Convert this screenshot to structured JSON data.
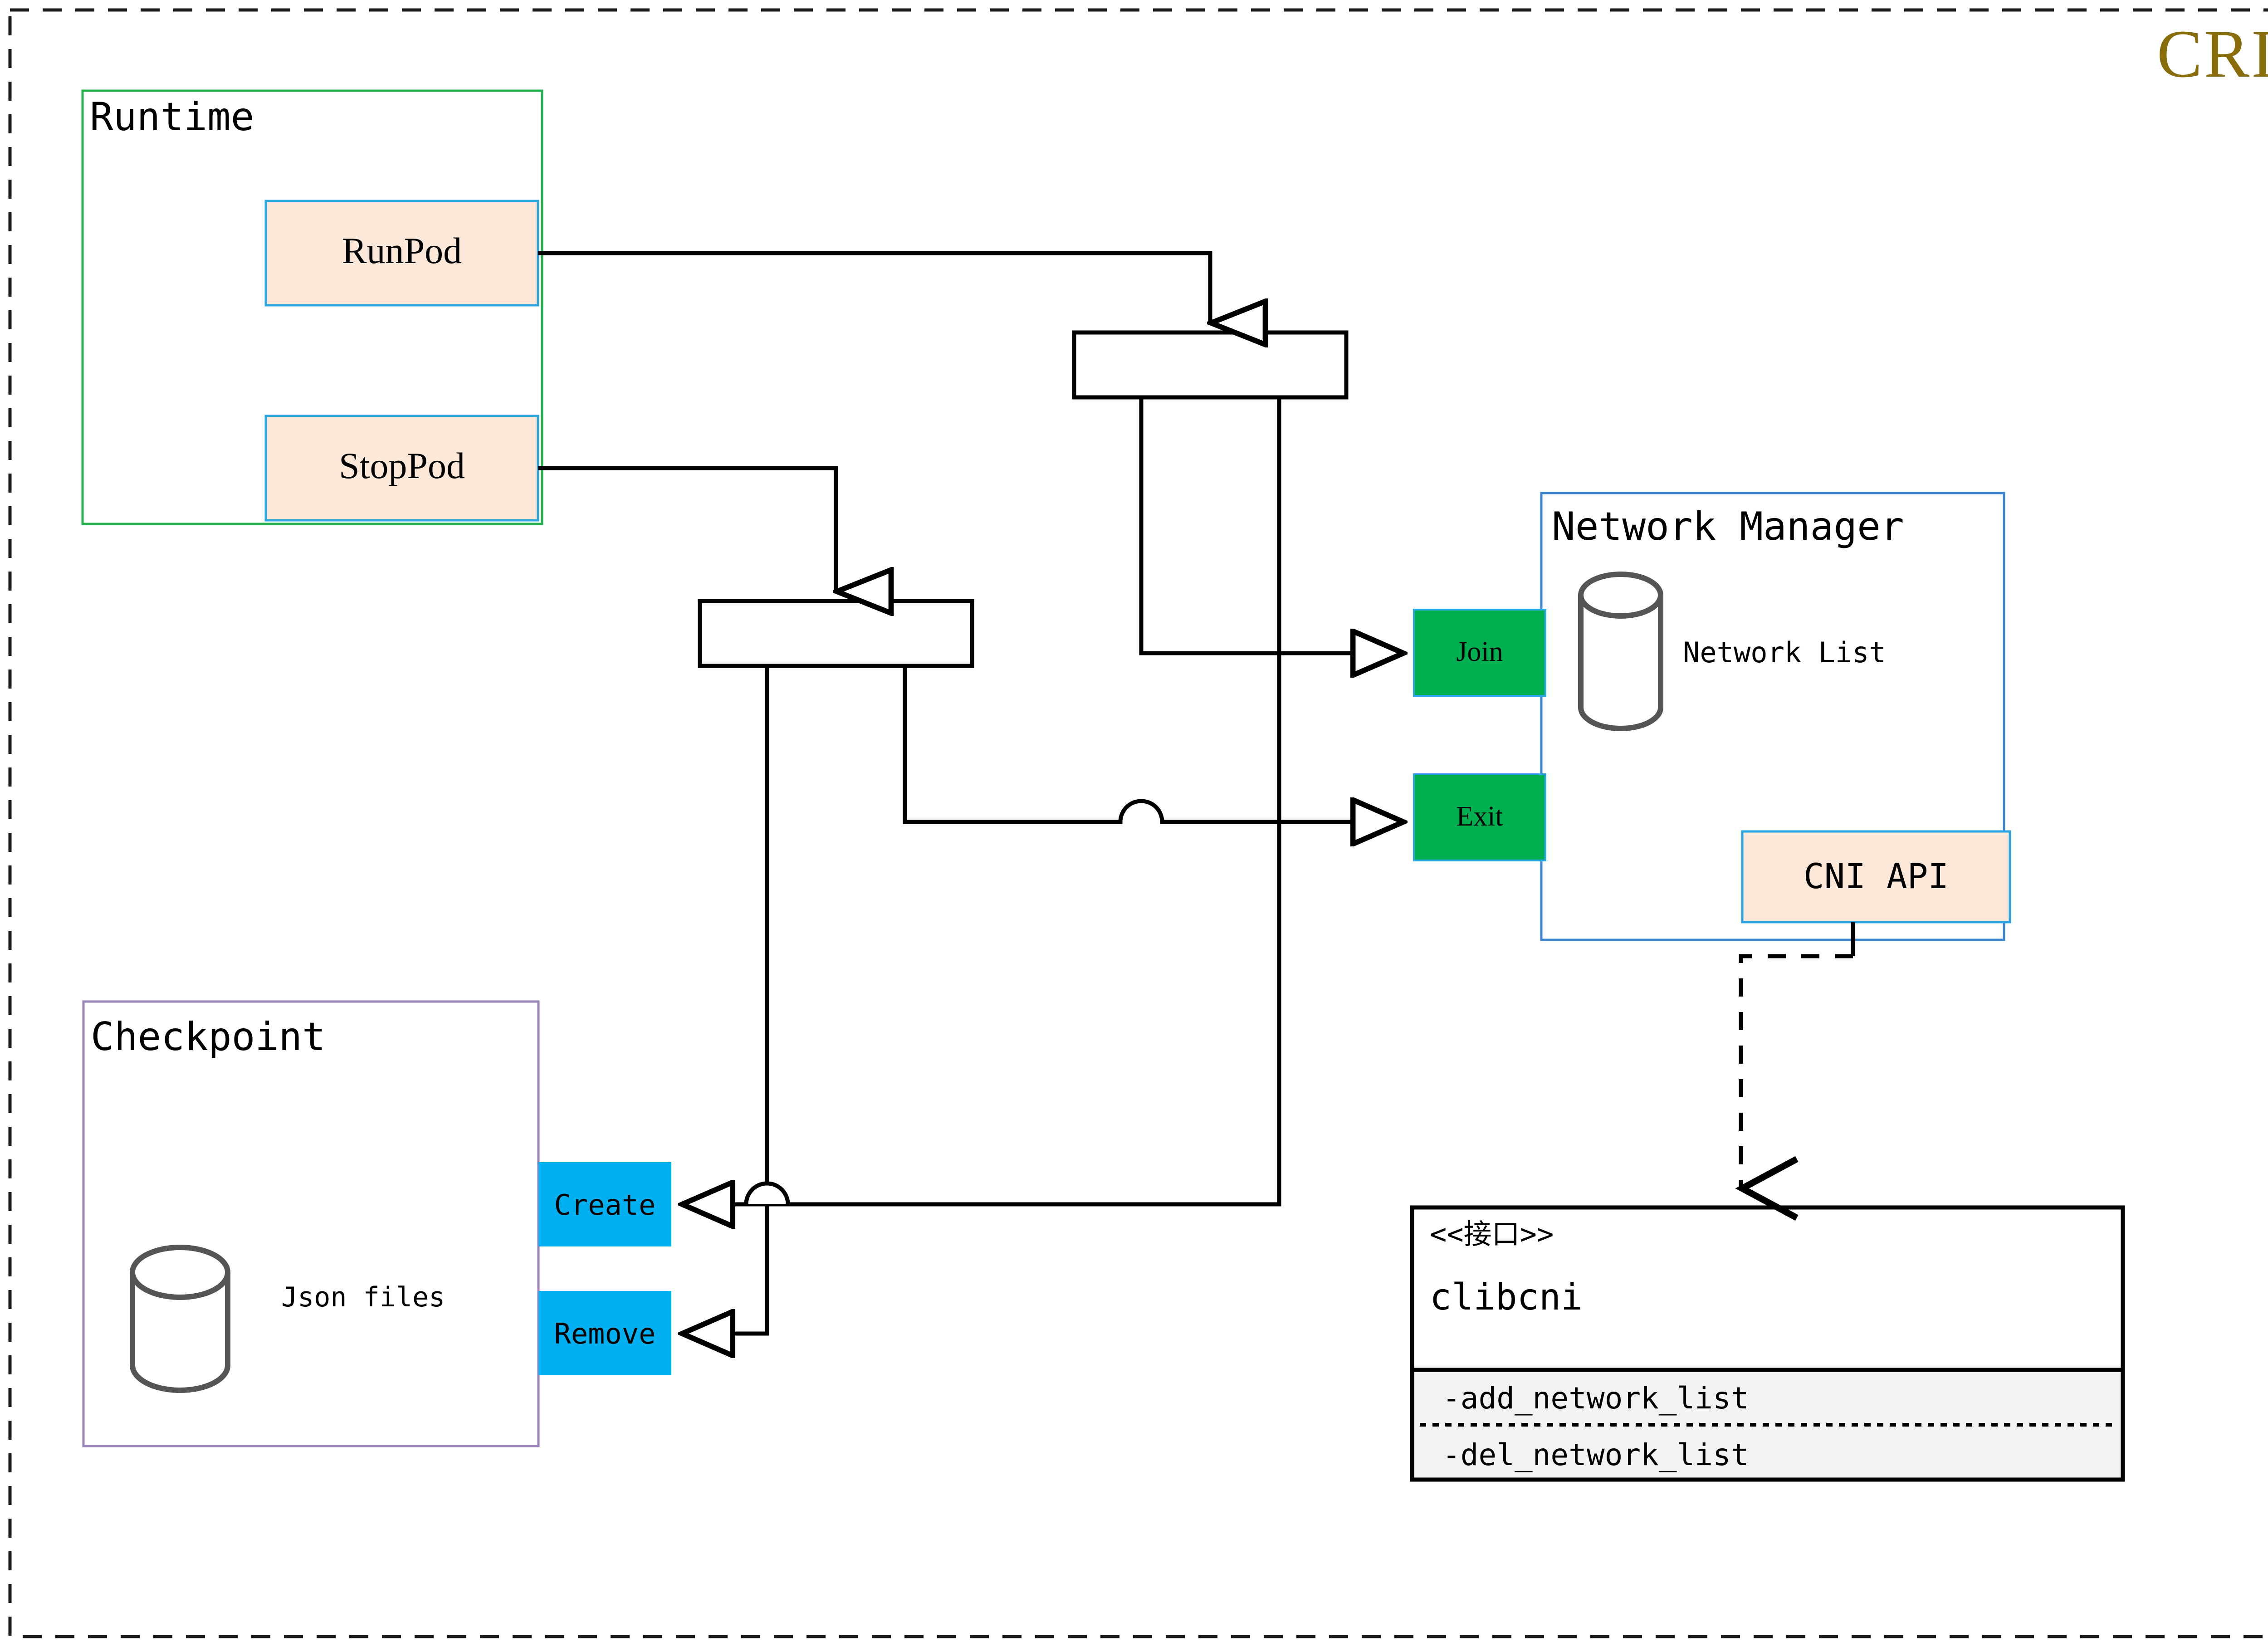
{
  "diagram": {
    "title": "CRI",
    "title_color": "#8a6d0b",
    "canvas_border": "dashed",
    "groups": [
      {
        "id": "runtime",
        "label": "Runtime",
        "border_color": "#22b14c"
      },
      {
        "id": "checkpoint",
        "label": "Checkpoint",
        "border_color": "#9a83b8"
      },
      {
        "id": "network",
        "label": "Network Manager",
        "border_color": "#3d85d0"
      }
    ],
    "runtime": {
      "label": "Runtime",
      "operations": [
        {
          "id": "runpod",
          "label": "RunPod",
          "fill": "#fce8d9",
          "border": "#2ba6e0"
        },
        {
          "id": "stoppod",
          "label": "StopPod",
          "fill": "#fce8d9",
          "border": "#2ba6e0"
        }
      ]
    },
    "checkpoint": {
      "label": "Checkpoint",
      "store_label": "Json files",
      "operations": [
        {
          "id": "create",
          "label": "Create",
          "fill": "#00b0f0"
        },
        {
          "id": "remove",
          "label": "Remove",
          "fill": "#00b0f0"
        }
      ]
    },
    "network_manager": {
      "label": "Network Manager",
      "store_label": "Network List",
      "ports": [
        {
          "id": "join",
          "label": "Join",
          "fill": "#00b050"
        },
        {
          "id": "exit",
          "label": "Exit",
          "fill": "#00b050"
        }
      ],
      "api": {
        "id": "cni-api",
        "label": "CNI API",
        "fill": "#fce8d9",
        "border": "#2ba6e0"
      }
    },
    "interface": {
      "stereotype": "<<接口>>",
      "name": "clibcni",
      "methods": [
        "-add_network_list",
        "-del_network_list"
      ],
      "methods_bg": "#f2f2f2"
    },
    "junctions": [
      {
        "id": "run-junction",
        "label": ""
      },
      {
        "id": "stop-junction",
        "label": ""
      }
    ]
  }
}
